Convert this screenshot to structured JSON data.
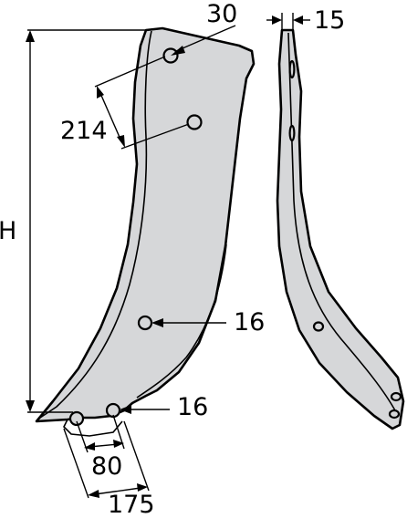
{
  "labels": {
    "height": "H",
    "top_hole_diameter": "30",
    "upper_hole_spacing": "214",
    "middle_hole_diameter": "16",
    "lower_hole_diameter": "16",
    "bottom_spacing_small": "80",
    "bottom_spacing_large": "175",
    "thickness": "15"
  },
  "colors": {
    "part_fill": "#d6d7d9",
    "line": "#000000",
    "background": "#ffffff"
  }
}
